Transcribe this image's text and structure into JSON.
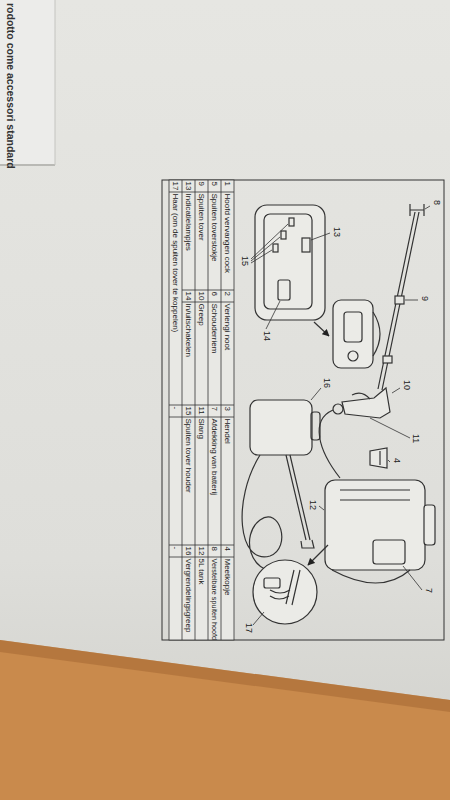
{
  "diagram": {
    "labels": [
      "rodotto come accessori standard",
      "8",
      "9",
      "10",
      "11",
      "4",
      "12",
      "7",
      "13",
      "14",
      "15",
      "16",
      "17",
      "1",
      "Hoofd vervangen cock",
      "2",
      "Verlengi noot",
      "3",
      "Hendel",
      "4",
      "Meetkopje",
      "5",
      "Spuiten toverstokje",
      "6",
      "Schouderriem",
      "7",
      "Afdekking van batterij",
      "8",
      "Verstelbare spuiten hoofd",
      "9",
      "Spuiten tover",
      "10",
      "Greep",
      "11",
      "Slang",
      "12",
      "5L tank",
      "13",
      "Indicatielampjes",
      "14",
      "In/uitschakelen",
      "15",
      "Spuiten tover houder",
      "16",
      "Vergrendelingsgreep",
      "17",
      "Haar (om de spuiten tover te koppelen)",
      "-",
      "-"
    ]
  }
}
